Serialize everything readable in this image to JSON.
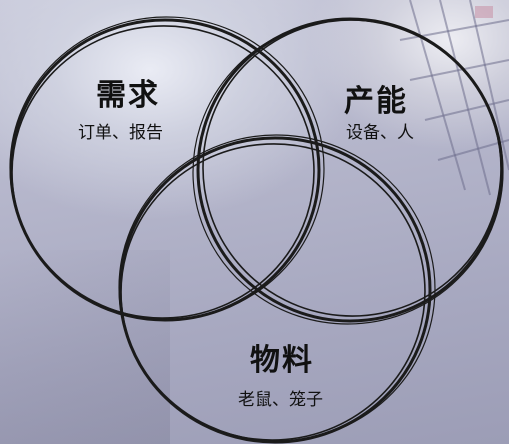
{
  "sets": [
    {
      "id": "demand",
      "title": "需求",
      "subtitle": "订单、报告"
    },
    {
      "id": "capacity",
      "title": "产能",
      "subtitle": "设备、人"
    },
    {
      "id": "material",
      "title": "物料",
      "subtitle": "老鼠、笼子"
    }
  ]
}
